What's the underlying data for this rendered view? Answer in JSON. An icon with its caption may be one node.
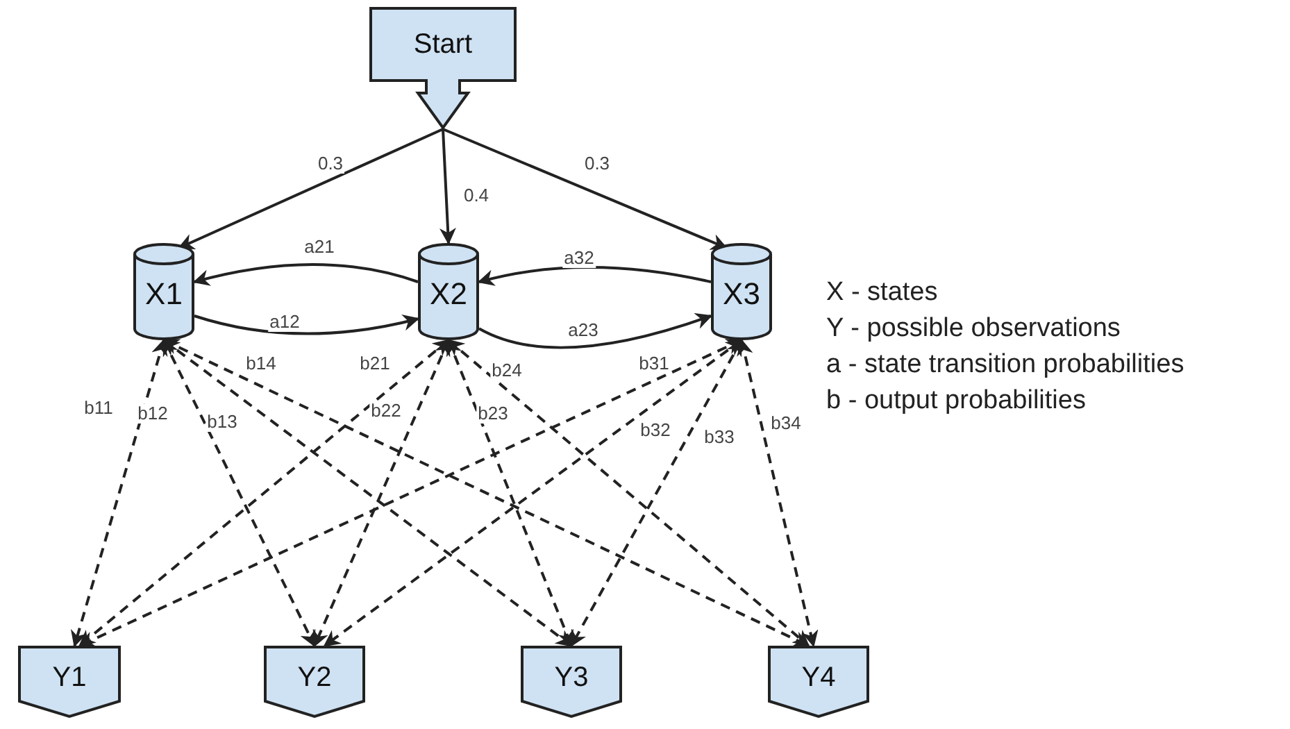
{
  "diagram": {
    "nodes": [
      {
        "text": [
          "Start"
        ]
      },
      {
        "text": [
          "X1"
        ]
      },
      {
        "text": [
          "X2"
        ]
      },
      {
        "text": [
          "X3"
        ]
      },
      {
        "text": [
          "Y1"
        ]
      },
      {
        "text": [
          "Y2"
        ]
      },
      {
        "text": [
          "Y3"
        ]
      },
      {
        "text": [
          "Y4"
        ]
      }
    ],
    "edges": [
      {
        "from": 0,
        "to": 1,
        "arrow": "to",
        "label": "0.3"
      },
      {
        "from": 0,
        "to": 2,
        "arrow": "to",
        "label": "0.4"
      },
      {
        "from": 0,
        "to": 3,
        "arrow": "to",
        "label": "0.3"
      },
      {
        "from": 2,
        "to": 1,
        "arrow": "to",
        "label": "a21"
      },
      {
        "from": 1,
        "to": 2,
        "arrow": "to",
        "label": "a12"
      },
      {
        "from": 3,
        "to": 2,
        "arrow": "to",
        "label": "a32"
      },
      {
        "from": 2,
        "to": 3,
        "arrow": "to",
        "label": "a23"
      },
      {
        "from": 1,
        "to": 4,
        "arrow": "both",
        "style": "dashed",
        "label": "b11"
      },
      {
        "from": 1,
        "to": 5,
        "arrow": "both",
        "style": "dashed",
        "label": "b12"
      },
      {
        "from": 1,
        "to": 6,
        "arrow": "both",
        "style": "dashed",
        "label": "b13"
      },
      {
        "from": 1,
        "to": 7,
        "arrow": "both",
        "style": "dashed",
        "label": "b14"
      },
      {
        "from": 2,
        "to": 4,
        "arrow": "both",
        "style": "dashed",
        "label": "b21"
      },
      {
        "from": 2,
        "to": 5,
        "arrow": "both",
        "style": "dashed",
        "label": "b22"
      },
      {
        "from": 2,
        "to": 6,
        "arrow": "both",
        "style": "dashed",
        "label": "b23"
      },
      {
        "from": 2,
        "to": 7,
        "arrow": "both",
        "style": "dashed",
        "label": "b24"
      },
      {
        "from": 3,
        "to": 4,
        "arrow": "both",
        "style": "dashed",
        "label": "b31"
      },
      {
        "from": 3,
        "to": 5,
        "arrow": "both",
        "style": "dashed",
        "label": "b32"
      },
      {
        "from": 3,
        "to": 6,
        "arrow": "both",
        "style": "dashed",
        "label": "b33"
      },
      {
        "from": 3,
        "to": 7,
        "arrow": "both",
        "style": "dashed",
        "label": "b34"
      }
    ],
    "labels": [
      "X - states",
      "Y - possible observations",
      "a - state transition probabilities",
      "b - output probabilities"
    ]
  }
}
